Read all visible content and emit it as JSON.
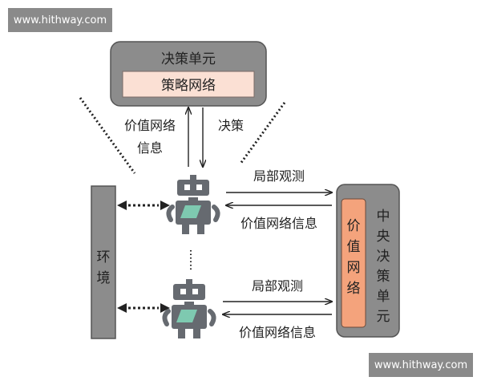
{
  "watermark": {
    "text": "www.hithway.com"
  },
  "decision_unit": {
    "title": "决策单元",
    "inner_label": "策略网络"
  },
  "labels": {
    "value_info_left_line1": "价值网络",
    "value_info_left_line2": "信息",
    "decision": "决策",
    "local_obs_top": "局部观测",
    "value_info_top": "价值网络信息",
    "local_obs_bottom": "局部观测",
    "value_info_bottom": "价值网络信息"
  },
  "environment": {
    "chars": [
      "环",
      "境"
    ]
  },
  "central_unit": {
    "chars": [
      "中",
      "央",
      "决",
      "策",
      "单",
      "元"
    ],
    "value_net_chars": [
      "价",
      "值",
      "网",
      "络"
    ]
  },
  "colors": {
    "box_gray": "#8c8c8c",
    "box_stroke": "#555555",
    "inner_pink": "#fbe0d4",
    "value_net_orange": "#f4a37c",
    "robot": "#666a70",
    "robot_screen": "#7ec9b0"
  }
}
